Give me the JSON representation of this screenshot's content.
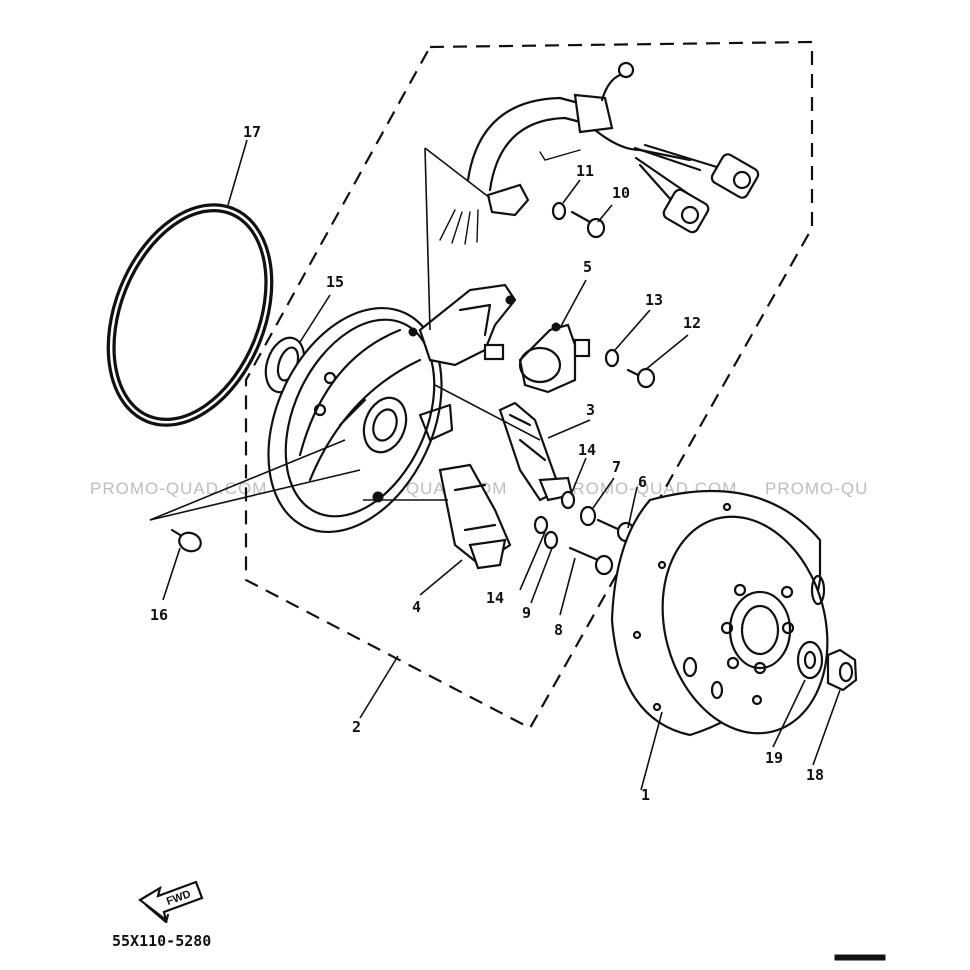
{
  "watermark": "PROMO-QUAD.COM",
  "watermark_cut": "PROMO-QU",
  "figure_code": "55X110-5280",
  "fwd_label": "FWD",
  "callouts": {
    "c1": "1",
    "c2": "2",
    "c3": "3",
    "c4": "4",
    "c5": "5",
    "c6": "6",
    "c7": "7",
    "c8": "8",
    "c9": "9",
    "c10": "10",
    "c11": "11",
    "c12": "12",
    "c13": "13",
    "c14a": "14",
    "c14b": "14",
    "c15": "15",
    "c16": "16",
    "c17": "17",
    "c18": "18",
    "c19": "19"
  }
}
